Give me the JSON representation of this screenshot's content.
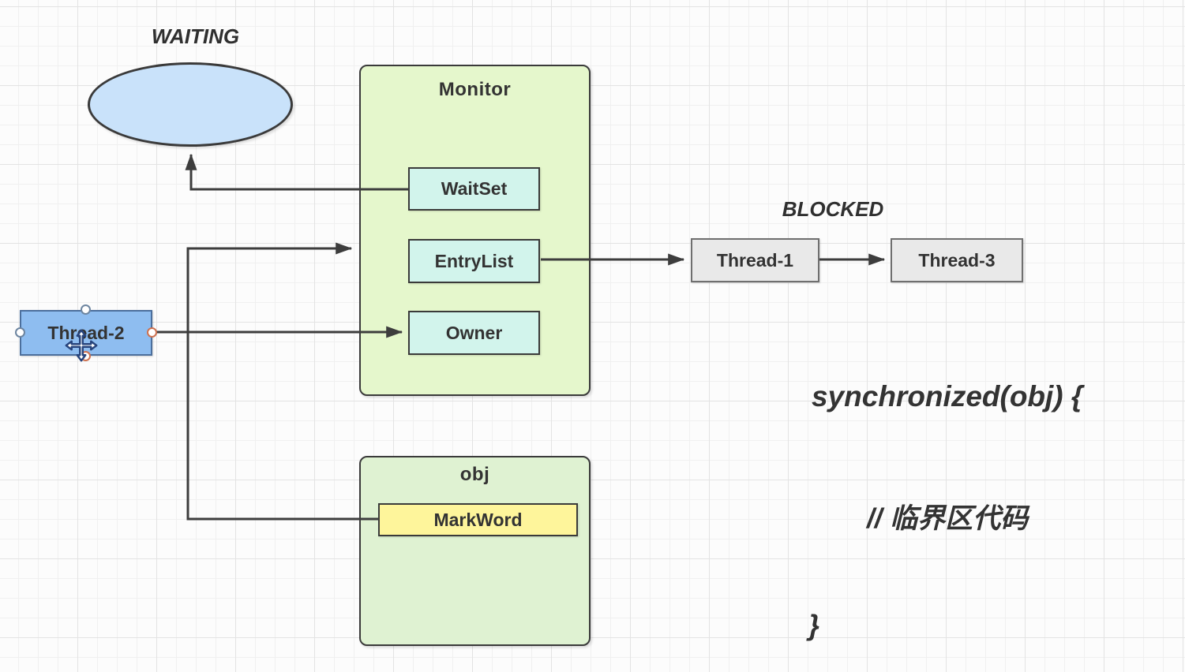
{
  "colors": {
    "canvas_bg": "#fcfcfc",
    "grid_minor": "#f0f0f0",
    "grid_major": "#e3e3e3",
    "stroke_dark": "#3a3a3a",
    "arrow": "#3d3d3d",
    "text_dark": "#333333",
    "ellipse_fill": "#c9e2fa",
    "green_fill": "#e5f7cc",
    "green_fill_obj": "#dff2d2",
    "cyan_fill": "#d2f4ec",
    "yellow_fill": "#fef59b",
    "gray_fill": "#e9e9e9",
    "gray_border": "#6f6f6f",
    "blue_fill": "#8ebdf0",
    "blue_border": "#4c6f9c",
    "handle_ring": "#6d85a0",
    "handle_ring_warm": "#cd7150",
    "cursor_outline": "#27447c"
  },
  "state_labels": {
    "waiting": "WAITING",
    "blocked": "BLOCKED"
  },
  "monitor": {
    "title": "Monitor",
    "wait_set": "WaitSet",
    "entry_list": "EntryList",
    "owner": "Owner"
  },
  "object_box": {
    "title": "obj",
    "mark_word": "MarkWord"
  },
  "threads": {
    "thread1": "Thread-1",
    "thread2": "Thread-2",
    "thread3": "Thread-3"
  },
  "code": {
    "line1": "synchronized(obj) {",
    "line2": "// 临界区代码",
    "line3": "}"
  },
  "icons": {
    "move_cursor": "four-way-move-arrows"
  }
}
